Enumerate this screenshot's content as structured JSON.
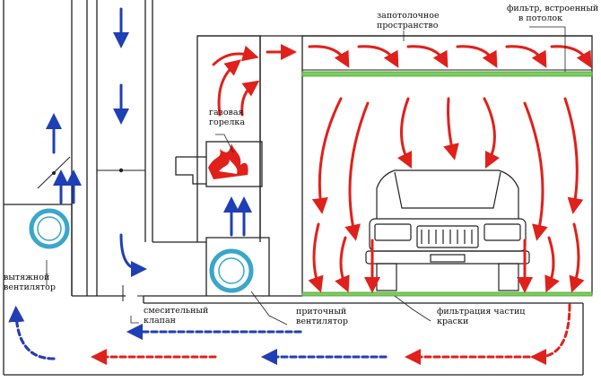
{
  "labels": {
    "plenum_line1": "запотолочное",
    "plenum_line2": "пространство",
    "ceiling_filter_line1": "фильтр, встроенный",
    "ceiling_filter_line2": "в потолок",
    "gas_burner_line1": "газовая",
    "gas_burner_line2": "горелка",
    "exhaust_fan_line1": "вытяжной",
    "exhaust_fan_line2": "вентилятор",
    "mixing_valve_line1": "смесительный",
    "mixing_valve_line2": "клапан",
    "supply_fan_line1": "приточный",
    "supply_fan_line2": "вентилятор",
    "paint_filter_line1": "фильтрация частиц",
    "paint_filter_line2": "краски"
  },
  "colors": {
    "hot_air": "#e0201b",
    "cold_air": "#1f3fb5",
    "filter": "#7ccf5a",
    "fan_ring": "#3aa6c9",
    "flame": "#e0201b"
  },
  "icons": {
    "exhaust_fan": "fan-icon",
    "supply_fan": "fan-icon",
    "burner_flame": "flame-icon",
    "car": "car-front-icon"
  }
}
